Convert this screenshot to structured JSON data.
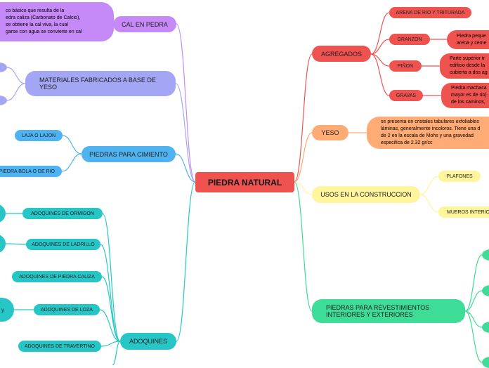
{
  "center": "PIEDRA NATURAL",
  "colors": {
    "red": "#ef5350",
    "orange": "#ffab76",
    "yellow": "#fff59d",
    "green": "#3ddc97",
    "purple": "#c58af7",
    "indigo": "#a3a6f5",
    "blue": "#4fb3f2",
    "teal": "#26c6c6"
  },
  "right": {
    "agregados": {
      "label": "AGREGADOS",
      "children": [
        "ARENA DE RIO Y TRITURADA",
        "GRANZON",
        "PIÑON",
        "GRAVAS"
      ],
      "notes": {
        "granzon": [
          "Piedra peque",
          "arena y ceme"
        ],
        "pinon": [
          "Parte superior tr",
          "edificio desde la",
          "cubierta a dos ag"
        ],
        "gravas": [
          "Piedra machaca",
          "mayor es de rio)",
          "de los caminos,"
        ]
      }
    },
    "yeso": {
      "label": "YESO",
      "note": [
        "se presenta en cristales tabulares exfoliables",
        "láminas, generalmente incoloros. Tiene una d",
        "de 2 en la escala de Mohs y una gravedad",
        "especifica de 2.32 gr/cc"
      ]
    },
    "usos": {
      "label": "USOS EN LA CONSTRUCCION",
      "children": [
        "PLAFONES",
        "MUEROS INTERIO"
      ]
    },
    "revestimientos": {
      "label_lines": [
        "PIEDRAS PARA REVESTIMIENTOS",
        "INTERIORES Y EXTERIORES"
      ]
    }
  },
  "left": {
    "cal": {
      "label": "CAL EN PEDRA",
      "note": [
        "co básico que resulta de la",
        "edra caliza (Carbonato de Calcio),",
        "se obtiene la cal viva, la cual",
        "garse con agua se convierte en cal"
      ]
    },
    "materiales": {
      "label_lines": [
        "MATERIALES FABRICADOS A BASE DE",
        "YESO"
      ]
    },
    "cimiento": {
      "label": "PIEDRAS PARA CIMIENTO",
      "children": [
        "LAJA O LAJON",
        "PIEDRA BOLA O DE RIO"
      ]
    },
    "adoquines": {
      "label": "ADOQUINES",
      "children": [
        "ADOQUINES DE ORMIGON",
        "ADOQUINES DE LADRILLO",
        "ADOQUINES DE PIEDRA CALIZA",
        "ADOQUINES DE LOZA",
        "ADOQUINES DE TRAVERTINO"
      ],
      "stub": "y"
    }
  }
}
